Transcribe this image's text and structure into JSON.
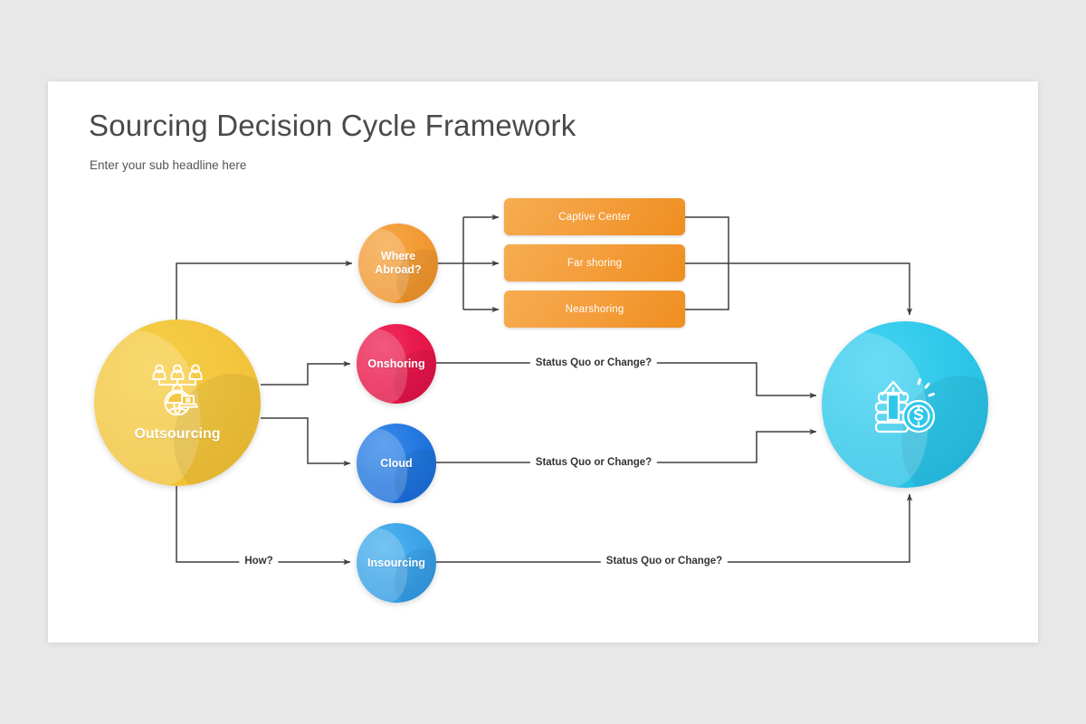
{
  "slide": {
    "title": "Sourcing Decision Cycle Framework",
    "subtitle": "Enter your sub headline here",
    "background_color": "#e8e8e8",
    "card_color": "#ffffff"
  },
  "nodes": {
    "outsourcing": {
      "label": "Outsourcing",
      "color": "#f3c73f",
      "icon": "people-network-globe-laptop-icon"
    },
    "where_abroad": {
      "label": "Where Abroad?",
      "color": "#f29a33"
    },
    "onshoring": {
      "label": "Onshoring",
      "color": "#e8174a"
    },
    "cloud": {
      "label": "Cloud",
      "color": "#2176de"
    },
    "insourcing": {
      "label": "Insourcing",
      "color": "#3ba3e8"
    },
    "result": {
      "label": "",
      "color": "#2fc8ea",
      "icon": "coins-growth-arrow-dollar-icon"
    }
  },
  "boxes": [
    {
      "label": "Captive Center",
      "color": "#f4a040"
    },
    {
      "label": "Far shoring",
      "color": "#f4a040"
    },
    {
      "label": "Nearshoring",
      "color": "#f4a040"
    }
  ],
  "edge_labels": {
    "how": "How?",
    "status_onshoring": "Status Quo or Change?",
    "status_cloud": "Status Quo or Change?",
    "status_insourcing": "Status Quo or Change?"
  }
}
